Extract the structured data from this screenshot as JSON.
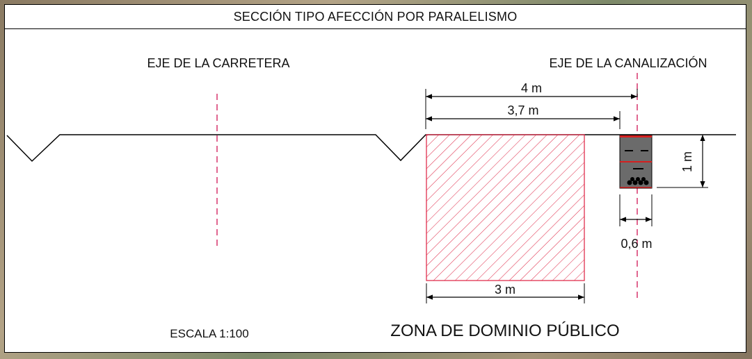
{
  "title": "SECCIÓN TIPO AFECCIÓN POR PARALELISMO",
  "labels": {
    "road_axis": "EJE DE LA CARRETERA",
    "pipe_axis": "EJE DE LA CANALIZACIÓN",
    "scale": "ESCALA 1:100",
    "zone": "ZONA DE DOMINIO PÚBLICO"
  },
  "dimensions": {
    "total_width": "4 m",
    "to_trench": "3,7 m",
    "zone_width": "3 m",
    "trench_depth": "1 m",
    "trench_width": "0,6 m"
  },
  "colors": {
    "axis_line": "#d6336c",
    "zone_hatch": "#e0304e",
    "trench_fill": "#6b6b6b",
    "trench_band": "#d42020"
  }
}
